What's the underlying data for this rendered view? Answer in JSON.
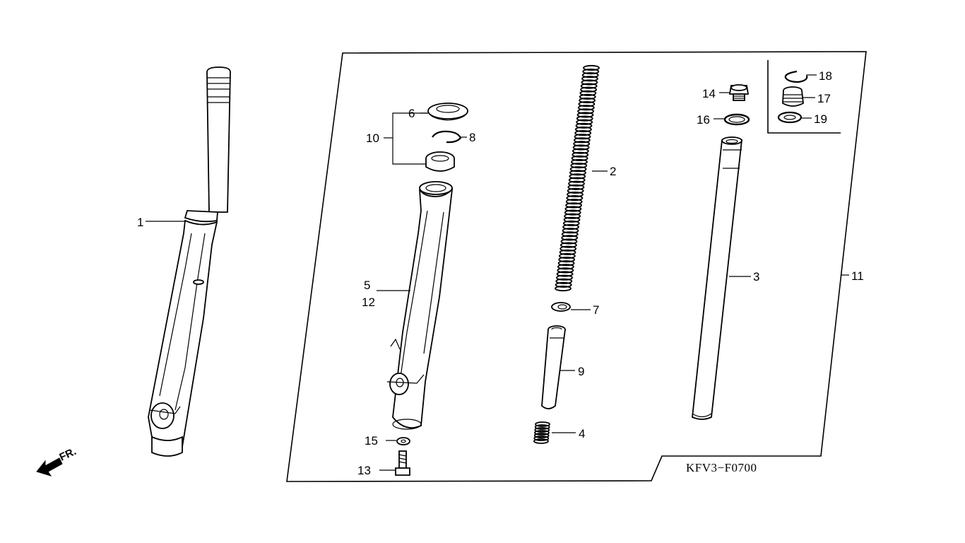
{
  "diagram": {
    "drawing_code": "KFV3−F0700",
    "direction_label": "FR.",
    "callouts": {
      "p1": "1",
      "p2": "2",
      "p3": "3",
      "p4": "4",
      "p5": "5",
      "p6": "6",
      "p7": "7",
      "p8": "8",
      "p9": "9",
      "p10": "10",
      "p11": "11",
      "p12": "12",
      "p13": "13",
      "p14": "14",
      "p15": "15",
      "p16": "16",
      "p17": "17",
      "p18": "18",
      "p19": "19"
    }
  }
}
